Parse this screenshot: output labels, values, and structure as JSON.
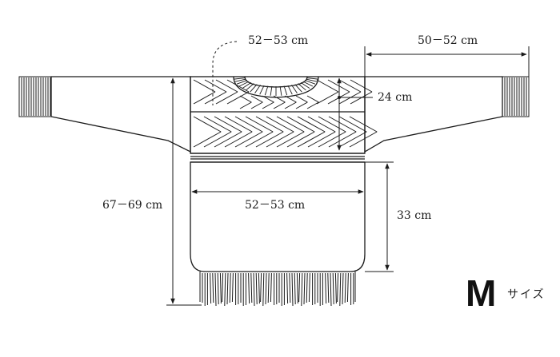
{
  "measurements": {
    "neck_width": "52－53 cm",
    "sleeve_length": "50－52 cm",
    "yoke_depth": "24 cm",
    "total_length": "67－69 cm",
    "body_width": "52－53 cm",
    "body_length": "33 cm"
  },
  "size": {
    "letter": "M",
    "word": "サイズ"
  },
  "colors": {
    "line": "#1a1a1a",
    "background": "#ffffff"
  }
}
